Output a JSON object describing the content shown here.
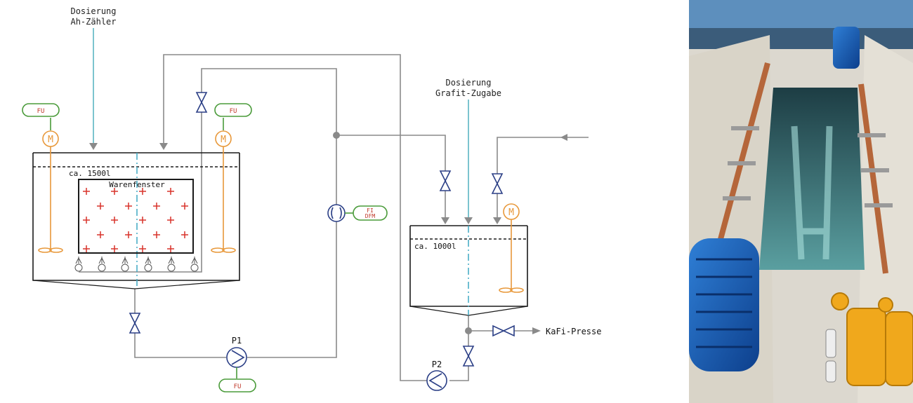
{
  "labels": {
    "dosing_ah_line1": "Dosierung",
    "dosing_ah_line2": "Ah-Zähler",
    "dosing_graphite_line1": "Dosierung",
    "dosing_graphite_line2": "Grafit-Zugabe",
    "tank1_volume": "ca. 1500l",
    "tank2_volume": "ca. 1000l",
    "goods_window": "Warenfenster",
    "fu_left": "FU",
    "fu_right": "FU",
    "fu_pump": "FU",
    "flow_meter_line1": "FI",
    "flow_meter_line2": "DFM",
    "motor_left": "M",
    "motor_right": "M",
    "motor_tank2": "M",
    "pump1": "P1",
    "pump2": "P2",
    "filter_press": "KaFi-Presse"
  },
  "colors": {
    "pipe": "#8a8a8a",
    "outline": "#1a1a1a",
    "valve": "#2b3f86",
    "fu_box": "#4a9b3a",
    "fu_text": "#c0392b",
    "agitator": "#e8983a",
    "dosing_line": "#7cc4cf",
    "anode_cross": "#d9342b"
  },
  "photo": {
    "description_icon": "electroplating-tank-photo"
  }
}
